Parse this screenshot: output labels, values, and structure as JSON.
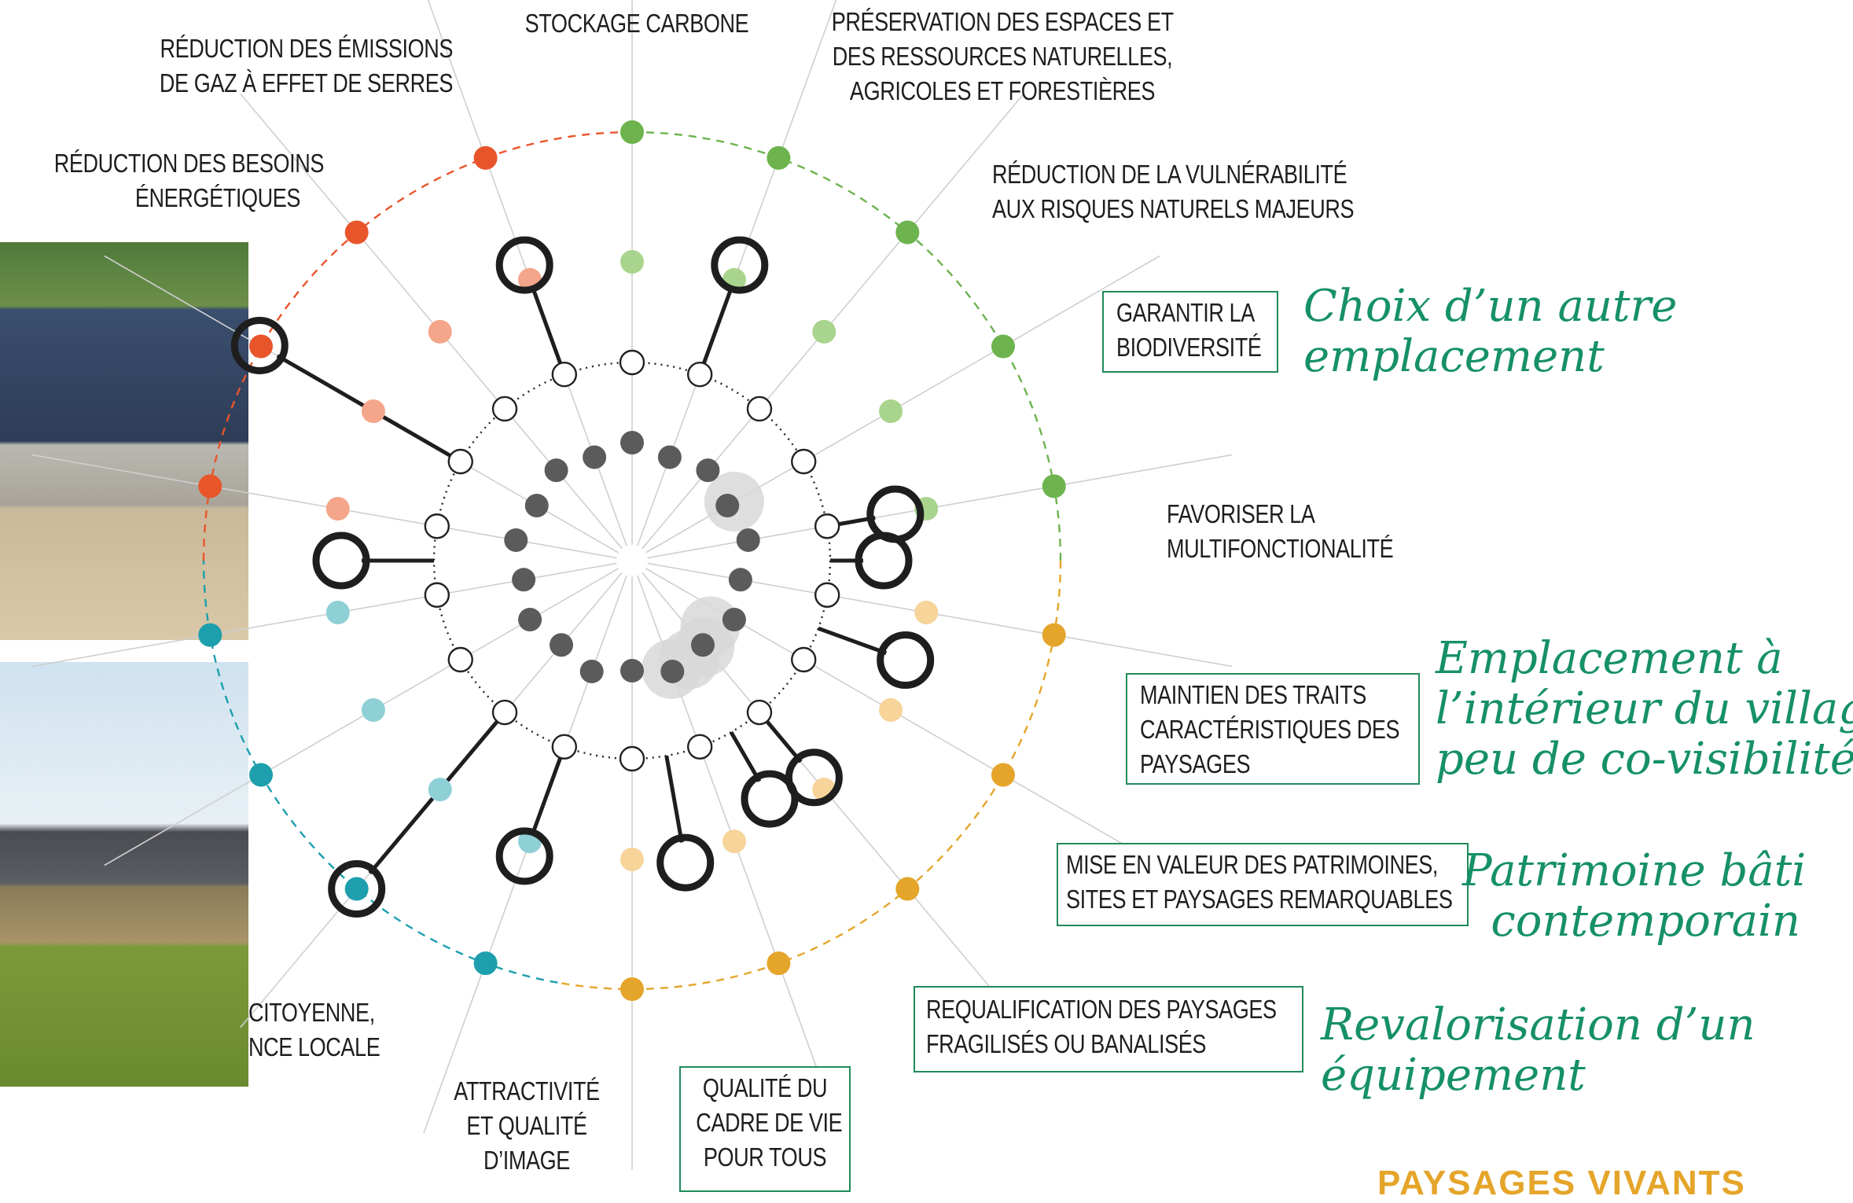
{
  "labels": {
    "stockage": "STOCKAGE CARBONE",
    "reduction_emissions": [
      "RÉDUCTION DES ÉMISSIONS",
      "DE GAZ À EFFET DE SERRES"
    ],
    "preservation": [
      "PRÉSERVATION DES ESPACES ET",
      "DES RESSOURCES NATURELLES,",
      "AGRICOLES ET FORESTIÈRES"
    ],
    "reduction_besoins": [
      "RÉDUCTION DES BESOINS",
      "ÉNERGÉTIQUES"
    ],
    "vulnerabilite": [
      "RÉDUCTION DE LA VULNÉRABILITÉ",
      "AUX RISQUES NATURELS MAJEURS"
    ],
    "biodiversite": [
      "GARANTIR LA",
      "BIODIVERSITÉ"
    ],
    "multifonctionnalite": [
      "FAVORISER LA",
      "MULTIFONCTIONALITÉ"
    ],
    "traits": [
      "MAINTIEN DES TRAITS",
      "CARACTÉRISTIQUES DES",
      "PAYSAGES"
    ],
    "patrimoines": [
      "MISE EN VALEUR DES PATRIMOINES,",
      "SITES ET PAYSAGES REMARQUABLES"
    ],
    "requalification": [
      "REQUALIFICATION DES PAYSAGES",
      "FRAGILISÉS OU BANALISÉS"
    ],
    "cadre_de_vie": [
      "QUALITÉ DU",
      "CADRE DE VIE",
      "POUR TOUS"
    ],
    "attractivite": [
      "ATTRACTIVITÉ",
      "ET QUALITÉ",
      "D’IMAGE"
    ],
    "citoyenne": [
      "CITOYENNE,",
      "NCE LOCALE"
    ]
  },
  "annotations": {
    "choix": [
      "Choix d’un autre",
      "emplacement"
    ],
    "emplacement": [
      "Emplacement à",
      "l’intérieur du village,",
      "peu de co-visibilité"
    ],
    "patrimoine": [
      "Patrimoine bâti",
      "contemporain"
    ],
    "revalorisation": [
      "Revalorisation d’un",
      "équipement"
    ]
  },
  "footer": "PAYSAGES VIVANTS",
  "colors": {
    "green": "#6db34e",
    "light_green": "#a9d48d",
    "orange_red": "#e9552b",
    "salmon": "#f4a58a",
    "gold": "#e5a52a",
    "light_gold": "#f6d49a",
    "teal": "#1d9fad",
    "light_teal": "#8fd0d6",
    "script_green": "#169067",
    "box_border": "#1f8a5a",
    "dark_dot": "#5b5b5b"
  },
  "icons": [
    "radial-spoke-diagram",
    "building-photo-icon"
  ]
}
